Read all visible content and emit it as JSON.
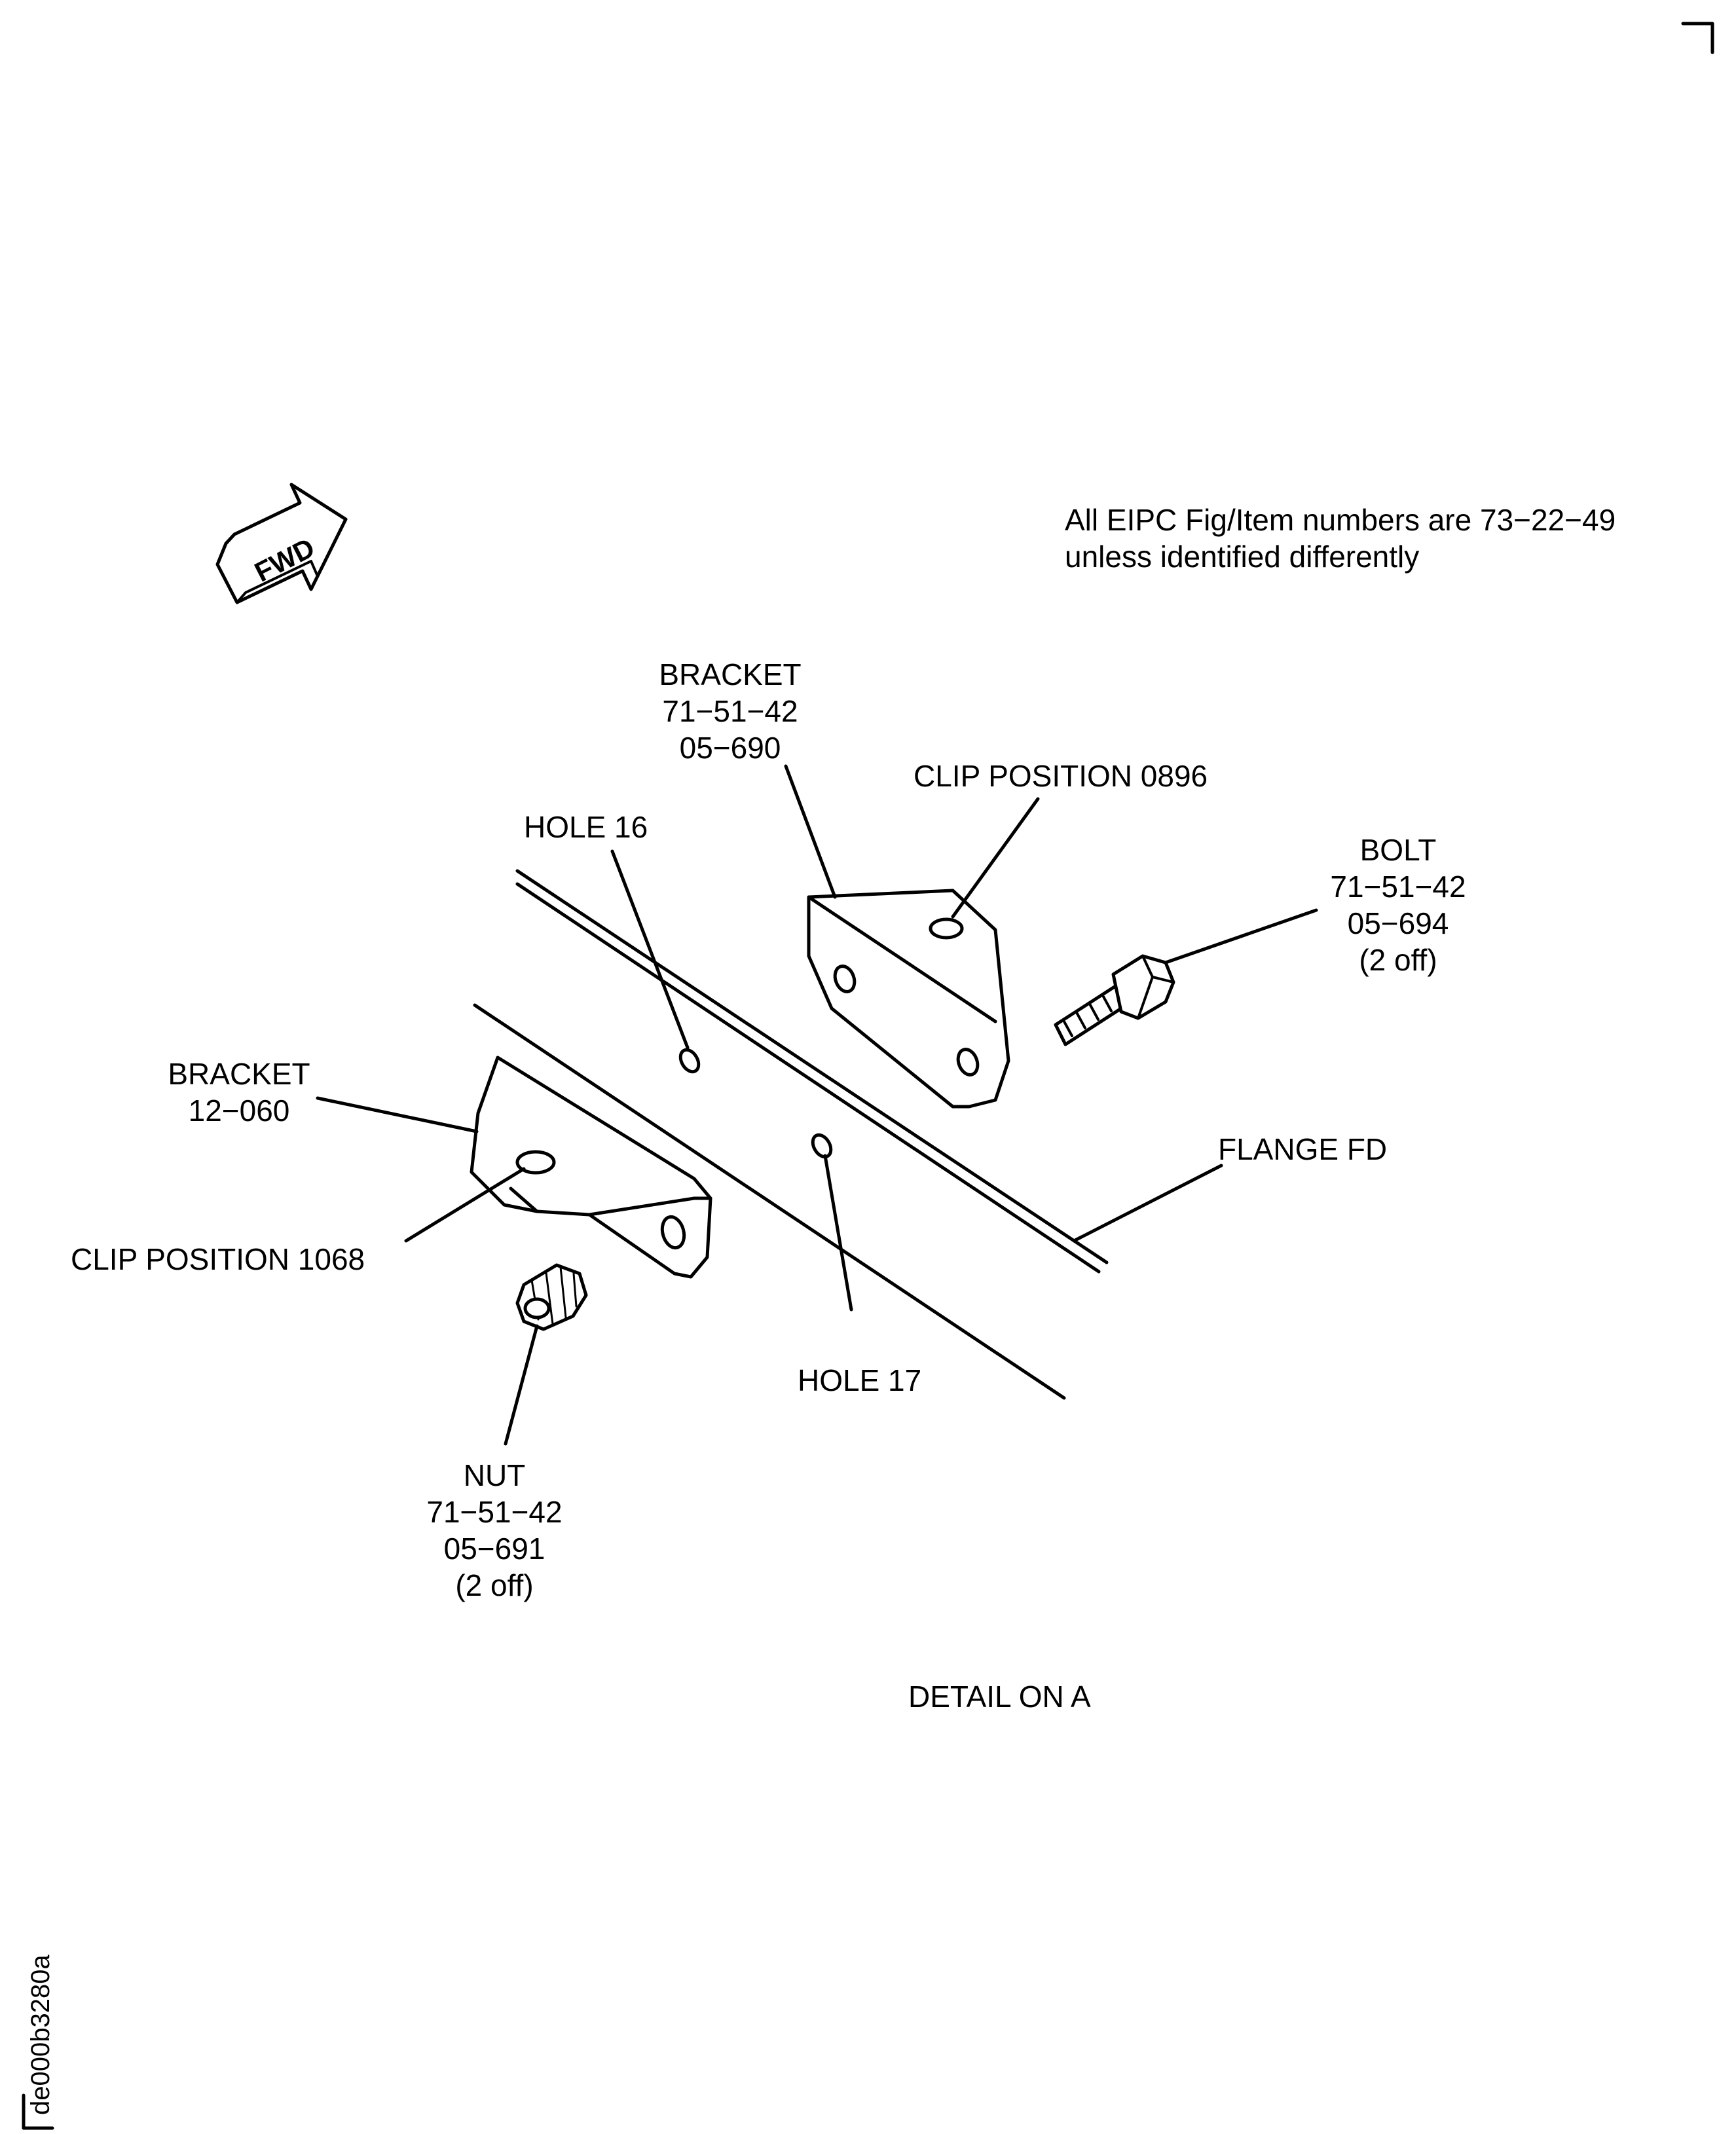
{
  "note": {
    "line1": "All EIPC Fig/Item numbers are 73−22−49",
    "line2": "unless identified differently"
  },
  "fwd_arrow_text": "FWD",
  "labels": {
    "bracket_upper": [
      "BRACKET",
      "71−51−42",
      "05−690"
    ],
    "clip_0896": "CLIP POSITION 0896",
    "hole_16": "HOLE 16",
    "bolt": [
      "BOLT",
      "71−51−42",
      "05−694",
      "(2 off)"
    ],
    "bracket_lower": [
      "BRACKET",
      "12−060"
    ],
    "flange": "FLANGE FD",
    "clip_1068": "CLIP POSITION 1068",
    "hole_17": "HOLE 17",
    "nut": [
      "NUT",
      "71−51−42",
      "05−691",
      "(2 off)"
    ]
  },
  "caption": "DETAIL ON A",
  "sheet_id": "de000b3280a"
}
